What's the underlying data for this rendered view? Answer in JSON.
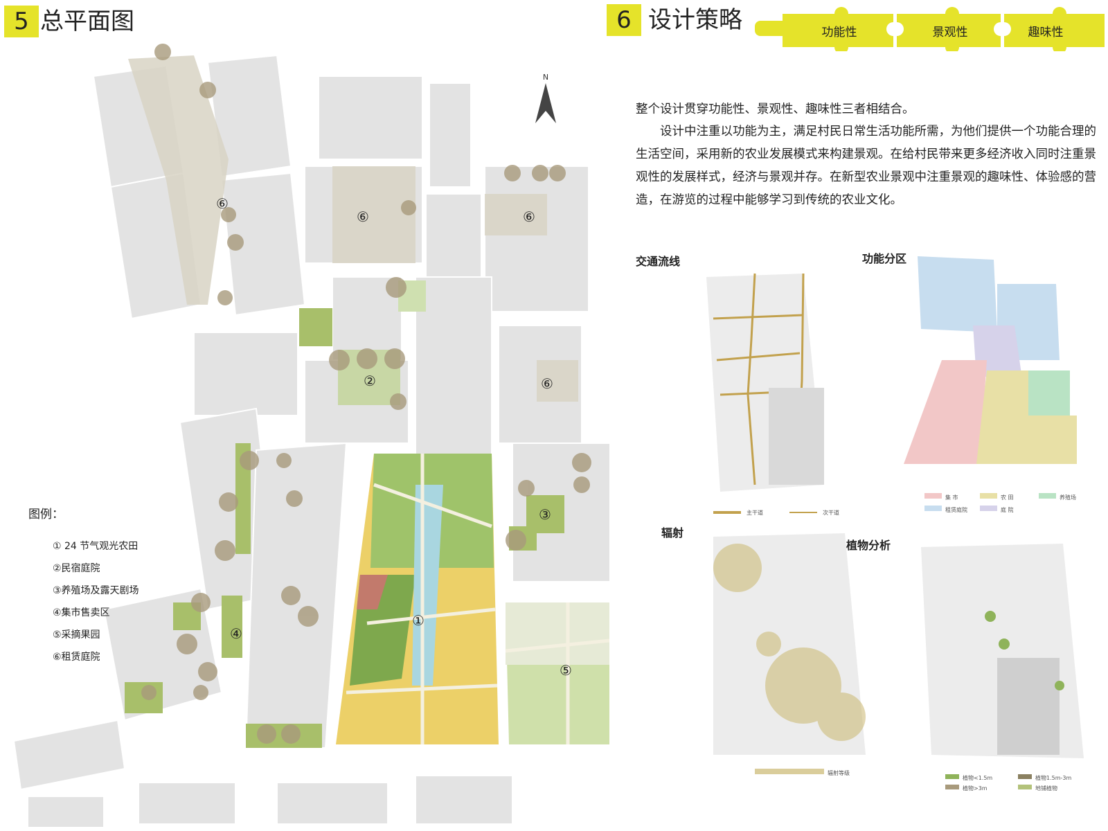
{
  "section5": {
    "number": "5",
    "title": "总平面图"
  },
  "section6": {
    "number": "6",
    "title": "设计策略"
  },
  "puzzle_labels": [
    "功能性",
    "景观性",
    "趣味性"
  ],
  "north_label": "N",
  "intro": "整个设计贯穿功能性、景观性、趣味性三者相结合。",
  "body": "设计中注重以功能为主，满足村民日常生活功能所需，为他们提供一个功能合理的生活空间，采用新的农业发展模式来构建景观。在给村民带来更多经济收入同时注重景观性的发展样式，经济与景观并存。在新型农业景观中注重景观的趣味性、体验感的营造，在游览的过程中能够学习到传统的农业文化。",
  "legend": {
    "title": "图例：",
    "items": [
      "① 24 节气观光农田",
      "②民宿庭院",
      "③养殖场及露天剧场",
      "④集市售卖区",
      "⑤采摘果园",
      "⑥租赁庭院"
    ]
  },
  "map_markers": [
    "①",
    "②",
    "③",
    "④",
    "⑤",
    "⑥"
  ],
  "diagrams": {
    "traffic": {
      "title": "交通流线",
      "key": [
        "主干道",
        "次干道"
      ]
    },
    "zones": {
      "title": "功能分区",
      "key": [
        "集 市",
        "农 田",
        "养殖场",
        "租赁庭院",
        "庭 院"
      ]
    },
    "radiation": {
      "title": "辐射",
      "key": [
        "辐射等级"
      ]
    },
    "plants": {
      "title": "植物分析",
      "key": [
        "植物<1.5m",
        "植物1.5m-3m",
        "植物>3m",
        "地铺植物"
      ]
    }
  },
  "colors": {
    "accent_yellow": "#e5e32a",
    "building": "#e3e3e3",
    "tree": "#a89a7c",
    "farm_green": "#8fb35a",
    "farm_yellow": "#e0c15a",
    "water": "#a9d6e0",
    "road_main": "#c2a14d",
    "zone_market": "#f2c7c7",
    "zone_farm": "#e8e0a6",
    "zone_breed": "#b9e3c4",
    "zone_rent": "#c7ddef",
    "zone_yard": "#d6d2ea"
  }
}
